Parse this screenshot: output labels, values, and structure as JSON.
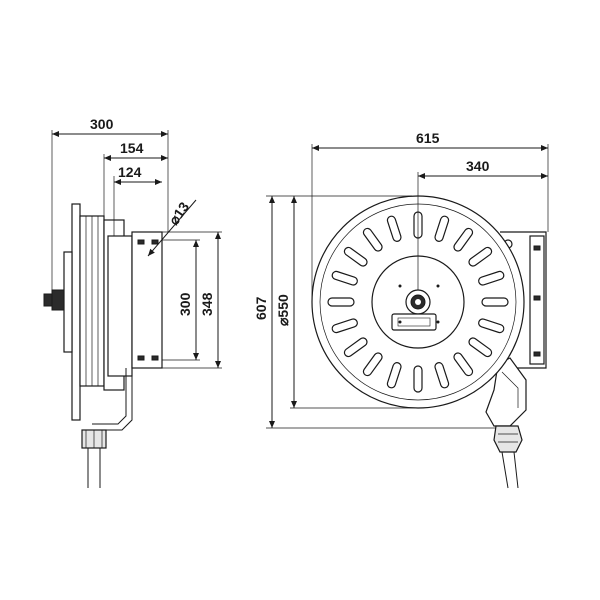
{
  "side_view": {
    "dim_overall_depth": "300",
    "dim_depth_to_mount_a": "154",
    "dim_depth_to_mount_b": "124",
    "dim_hole_diameter": "⌀13",
    "dim_hole_spacing": "300",
    "dim_bracket_height": "348"
  },
  "front_view": {
    "dim_overall_width": "615",
    "dim_center_to_bracket": "340",
    "dim_overall_height": "607",
    "dim_drum_diameter": "⌀550"
  },
  "colors": {
    "line": "#1a1a1a",
    "fill": "#ffffff",
    "shade": "#e6e6e6"
  }
}
